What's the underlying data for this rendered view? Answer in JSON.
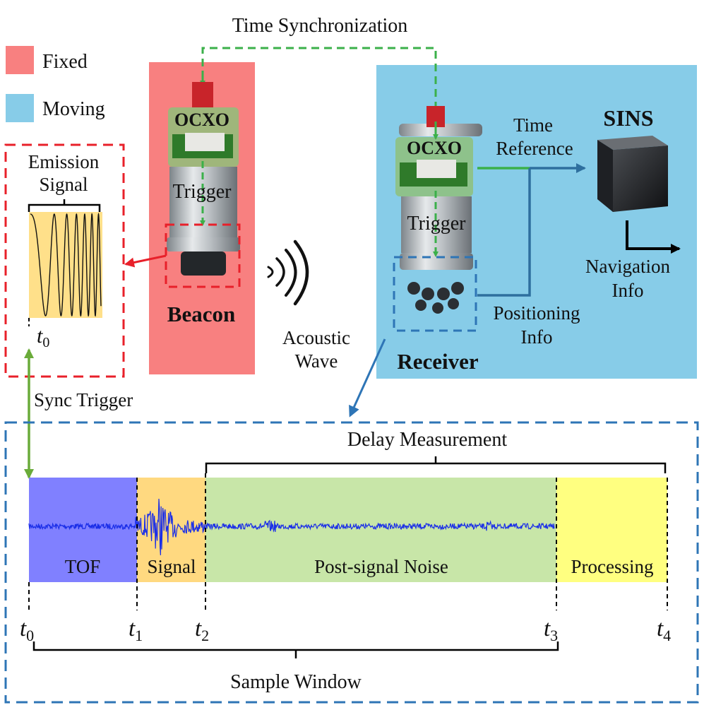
{
  "legend": [
    {
      "label": "Fixed",
      "color": "#f88080"
    },
    {
      "label": "Moving",
      "color": "#87cce8"
    }
  ],
  "labels": {
    "time_sync": "Time Synchronization",
    "emission_line1": "Emission",
    "emission_line2": "Signal",
    "ocxo_beacon": "OCXO",
    "ocxo_receiver": "OCXO",
    "trigger_beacon": "Trigger",
    "trigger_receiver": "Trigger",
    "beacon": "Beacon",
    "receiver": "Receiver",
    "acoustic_line1": "Acoustic",
    "acoustic_line2": "Wave",
    "time_ref_line1": "Time",
    "time_ref_line2": "Reference",
    "sins": "SINS",
    "nav_line1": "Navigation",
    "nav_line2": "Info",
    "pos_line1": "Positioning",
    "pos_line2": "Info",
    "sync_trigger": "Sync Trigger",
    "delay_measurement": "Delay Measurement",
    "sample_window": "Sample Window"
  },
  "emission_time_label": "t",
  "emission_time_sub": "0",
  "timeline": {
    "segments": [
      {
        "label": "TOF",
        "color": "#8080ff"
      },
      {
        "label": "Signal",
        "color": "#ffd980"
      },
      {
        "label": "Post-signal Noise",
        "color": "#c8e6a8"
      },
      {
        "label": "Processing",
        "color": "#ffff80"
      }
    ],
    "ticks": [
      {
        "label": "t",
        "sub": "0"
      },
      {
        "label": "t",
        "sub": "1"
      },
      {
        "label": "t",
        "sub": "2"
      },
      {
        "label": "t",
        "sub": "3"
      },
      {
        "label": "t",
        "sub": "4"
      }
    ]
  },
  "colors": {
    "green": "#3bb04a",
    "sync_green": "#6aab3a",
    "blue": "#2e6f9e",
    "red": "#e8202a",
    "dashed_blue": "#2e75b6",
    "waveform": "#1a2ee8"
  }
}
